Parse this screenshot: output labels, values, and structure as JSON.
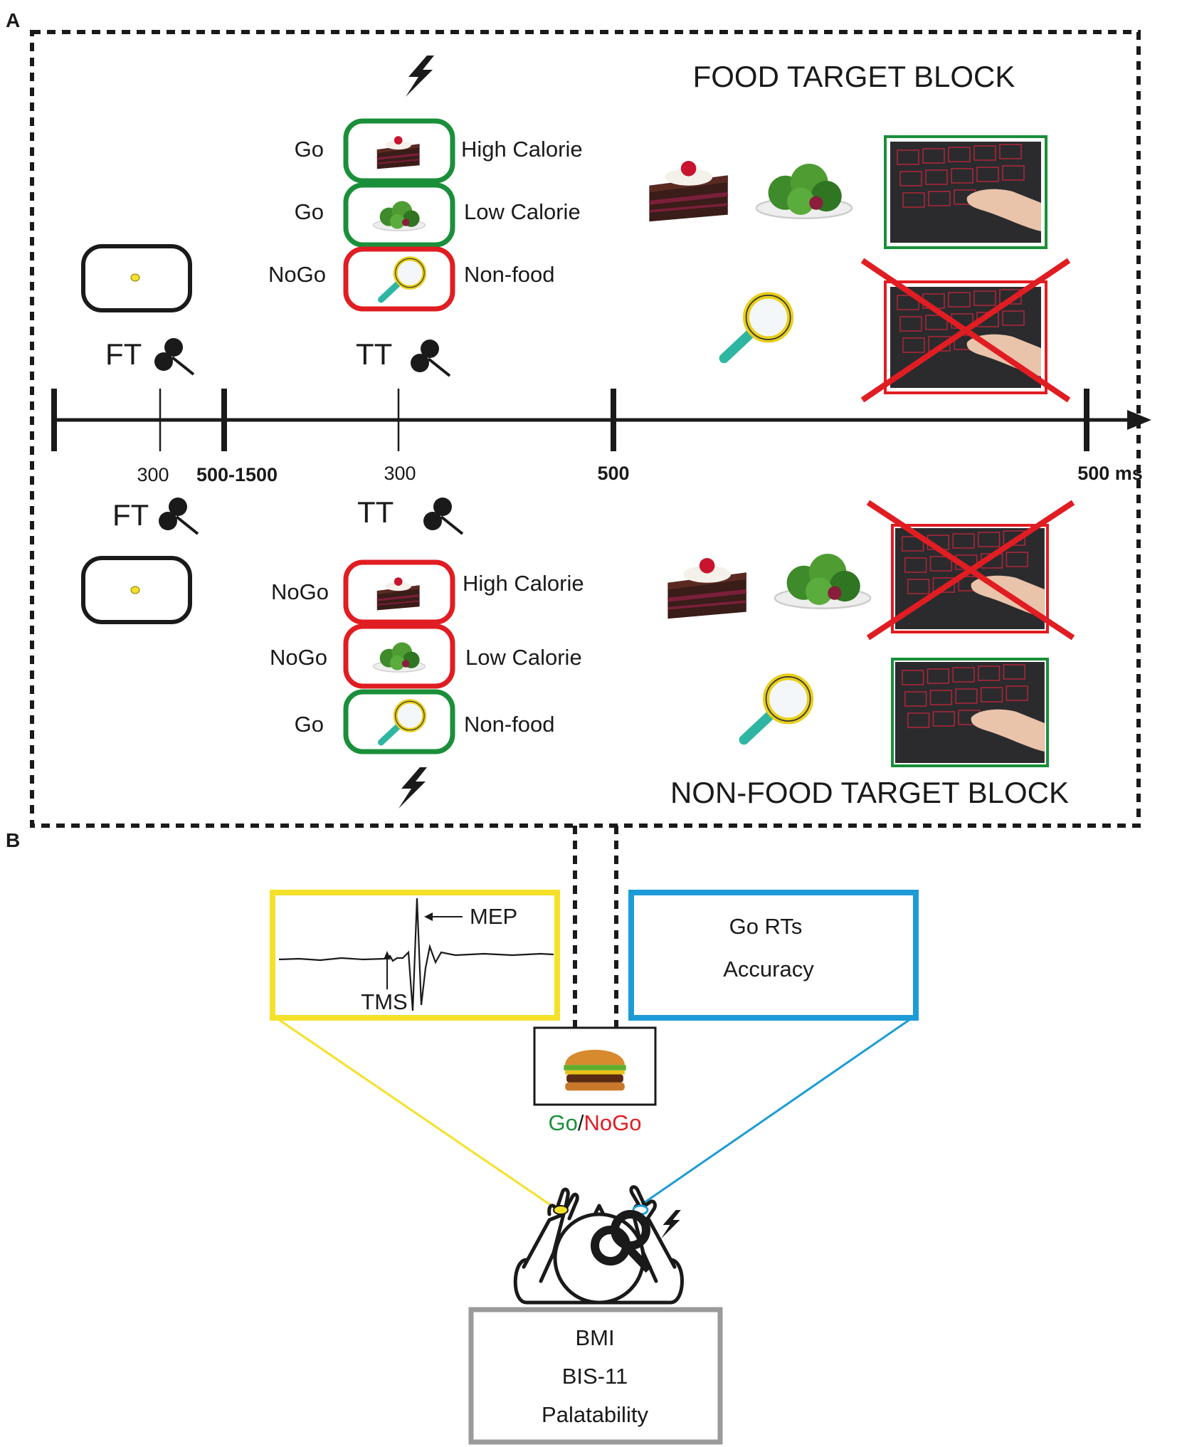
{
  "panels": {
    "a": "A",
    "b": "B"
  },
  "colors": {
    "go": "#1a8f3a",
    "nogo": "#e01d22",
    "yellow": "#f5e12a",
    "blue": "#1d9bd6",
    "gray": "#9a9a9a",
    "dark": "#1a1a1a"
  },
  "blocks": {
    "food": "FOOD TARGET BLOCK",
    "nonfood": "NON-FOOD TARGET BLOCK"
  },
  "timeline": {
    "ft": "FT",
    "tt": "TT",
    "t1": "300",
    "t2": "500-1500",
    "t3": "300",
    "t4": "500",
    "t5": "500 ms"
  },
  "food_block": {
    "rows": [
      {
        "response": "Go",
        "category": "High Calorie",
        "response_color": "go"
      },
      {
        "response": "Go",
        "category": "Low Calorie",
        "response_color": "go"
      },
      {
        "response": "NoGo",
        "category": "Non-food",
        "response_color": "nogo"
      }
    ]
  },
  "nonfood_block": {
    "rows": [
      {
        "response": "NoGo",
        "category": "High Calorie",
        "response_color": "nogo"
      },
      {
        "response": "NoGo",
        "category": "Low Calorie",
        "response_color": "nogo"
      },
      {
        "response": "Go",
        "category": "Non-food",
        "response_color": "go"
      }
    ]
  },
  "panel_b": {
    "mep": "MEP",
    "tms": "TMS",
    "behav_1": "Go RTs",
    "behav_2": "Accuracy",
    "go": "Go",
    "slash": "/",
    "nogo": "NoGo",
    "measure_1": "BMI",
    "measure_2": "BIS-11",
    "measure_3": "Palatability"
  },
  "icons": [
    "tms-coil-icon",
    "lightning-bolt-icon",
    "cake-icon",
    "salad-icon",
    "magnifier-icon",
    "burger-icon",
    "keyboard-press-icon",
    "participant-icon"
  ]
}
